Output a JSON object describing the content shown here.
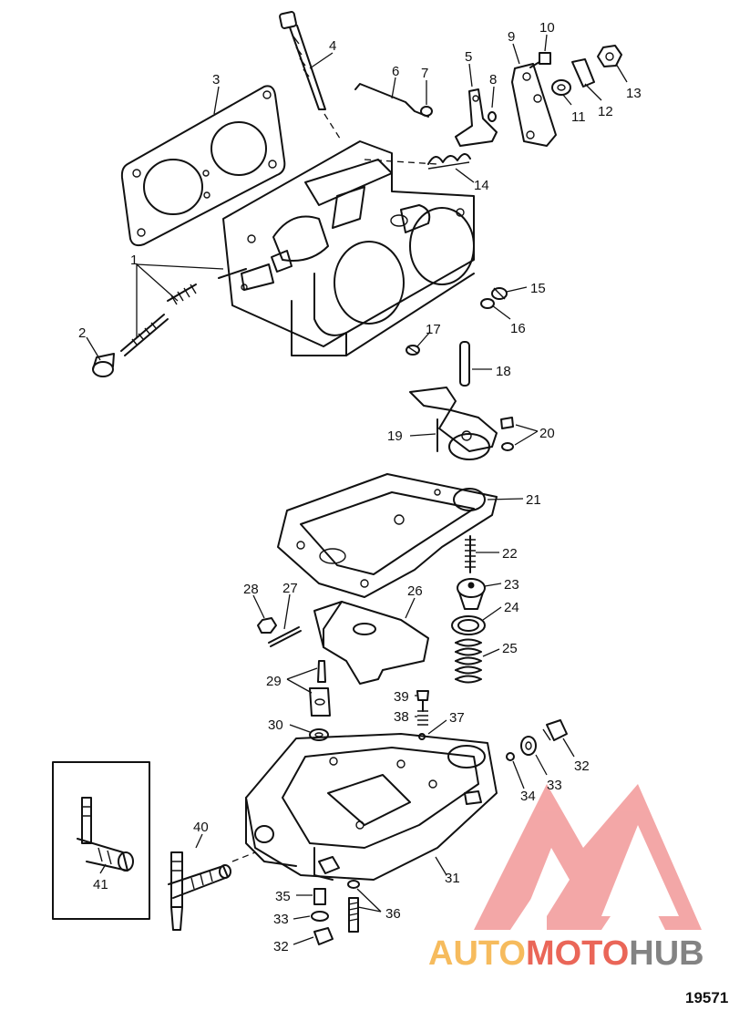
{
  "figure": {
    "number": "19571",
    "callouts": [
      "1",
      "2",
      "3",
      "4",
      "5",
      "6",
      "7",
      "8",
      "9",
      "10",
      "11",
      "12",
      "13",
      "14",
      "15",
      "16",
      "17",
      "18",
      "19",
      "20",
      "21",
      "22",
      "23",
      "24",
      "25",
      "26",
      "27",
      "28",
      "29",
      "30",
      "31",
      "32",
      "33",
      "34",
      "35",
      "36",
      "37",
      "38",
      "39",
      "40",
      "41"
    ]
  },
  "watermark": {
    "text_a": "AUTO",
    "text_b": "MOTO",
    "text_c": "HUB",
    "colors": {
      "orange": "#f5b041",
      "red": "#e74c3c",
      "gray": "#6e6e6e",
      "logo": "#f08a8a"
    }
  }
}
